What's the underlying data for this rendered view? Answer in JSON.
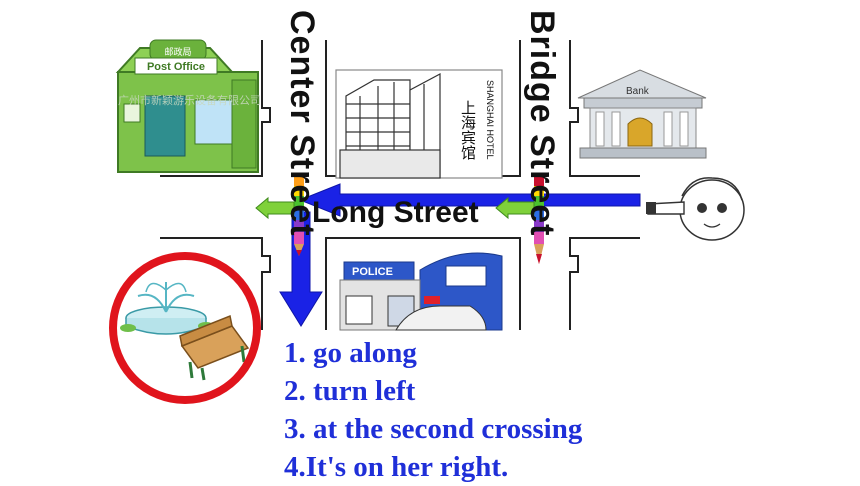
{
  "streets": {
    "center": "Center Street",
    "bridge": "Bridge Street",
    "long": "Long Street"
  },
  "buildings": {
    "post_office": {
      "sign": "Post Office",
      "roof_sign": "邮政局"
    },
    "hotel": {
      "name_cn": "上海宾馆",
      "name_en": "SHANGHAI HOTEL"
    },
    "bank": {
      "sign": "Bank"
    },
    "police": {
      "sign": "POLICE"
    }
  },
  "watermark": "广州市新颖游乐设备有限公司",
  "steps": [
    "1. go along",
    "2. turn left",
    "3. at the second crossing",
    "4.It's on her right."
  ],
  "colors": {
    "arrow_blue": "#1a22e6",
    "step_text": "#1f2fd8",
    "circle_red": "#e0141c",
    "arrow_green": "#7fd13a"
  }
}
